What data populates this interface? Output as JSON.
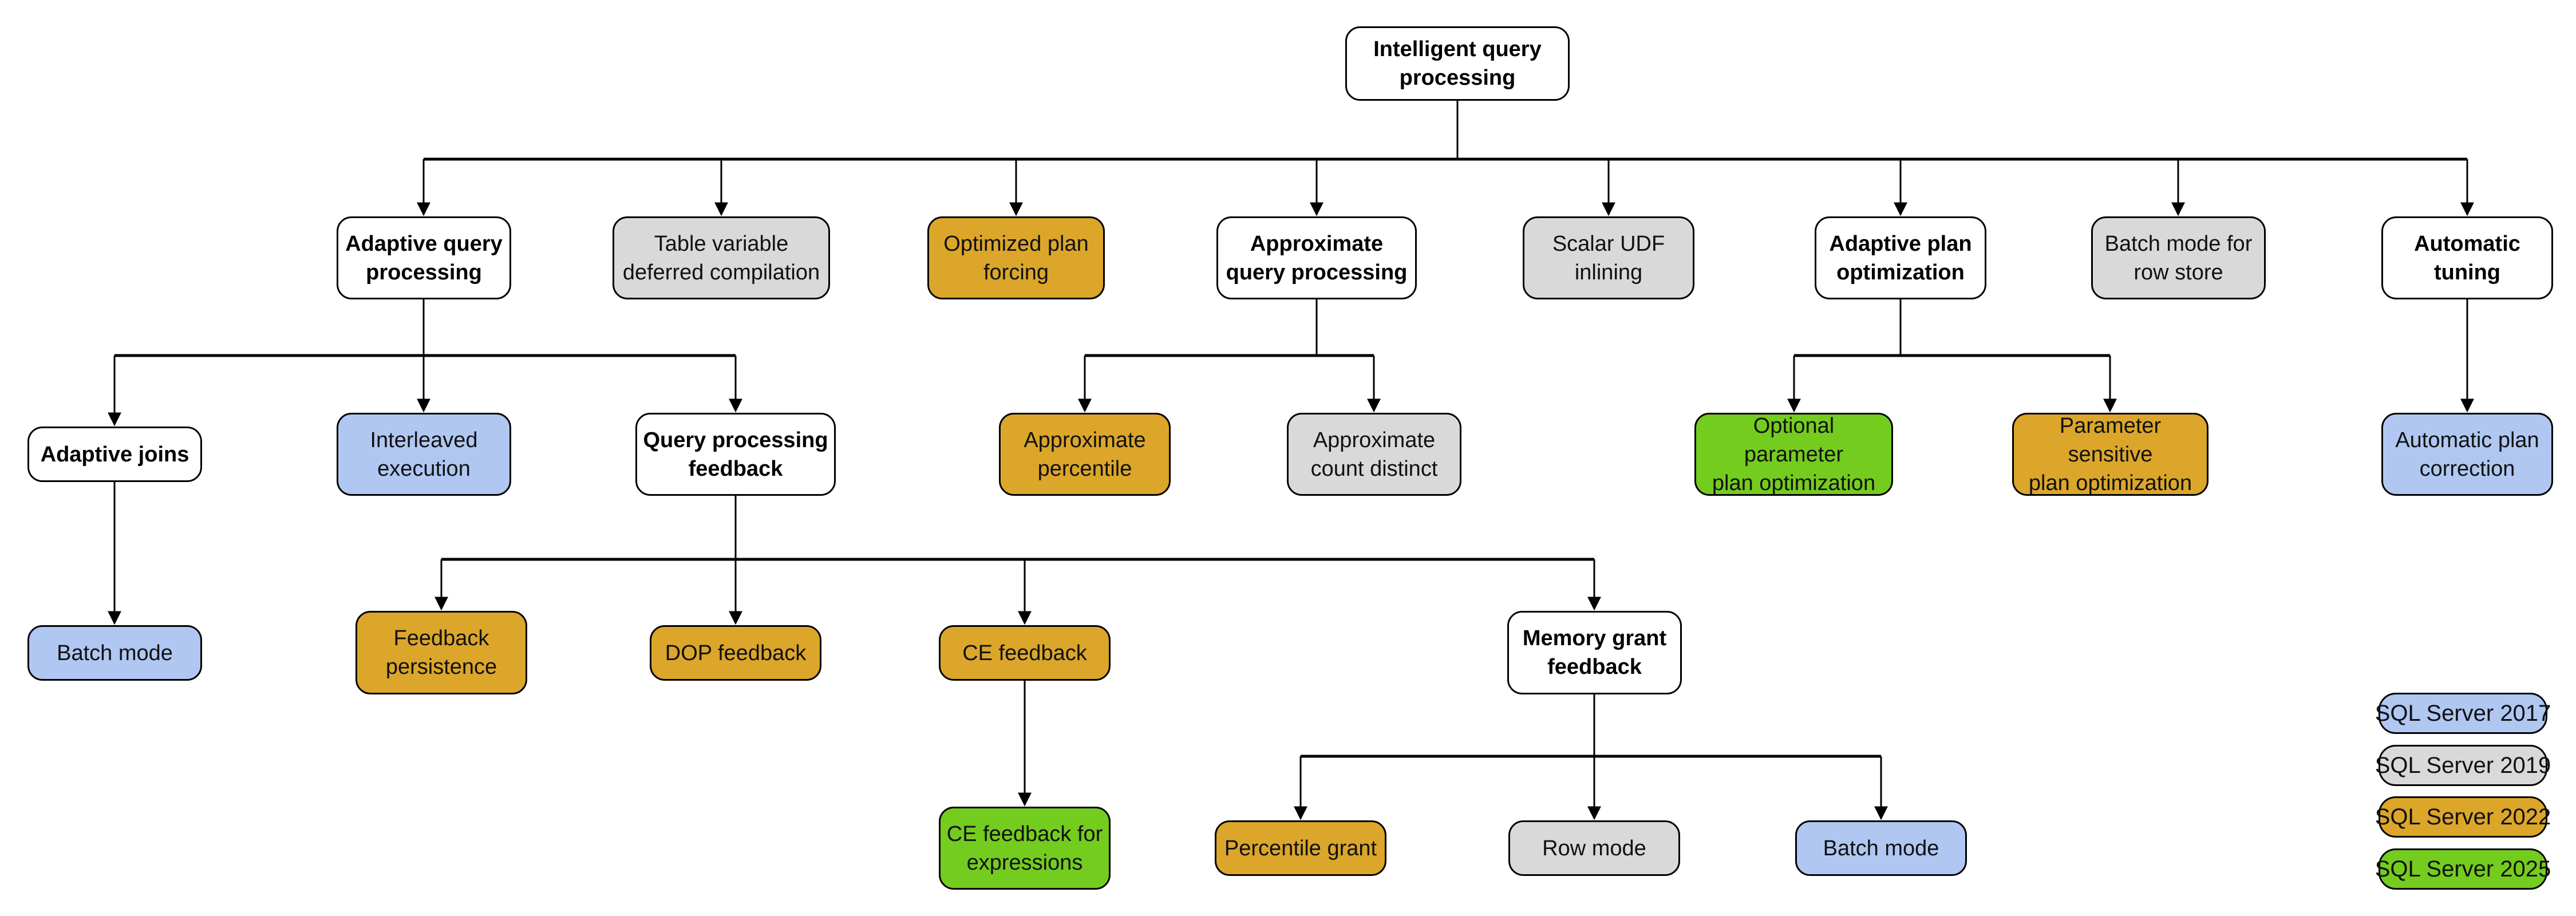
{
  "diagram_title": "Intelligent query processing",
  "colors": {
    "category": "#FFFFFF",
    "sql2017": "#B0C7F2",
    "sql2019": "#D9D9D9",
    "sql2022": "#DBA62A",
    "sql2025": "#74CC1F",
    "border": "#000000",
    "line": "#000000"
  },
  "nodes": [
    {
      "label": "Intelligent query\nprocessing",
      "version": "category"
    },
    {
      "label": "Adaptive query\nprocessing",
      "version": "category"
    },
    {
      "label": "Table variable\ndeferred compilation",
      "version": "sql2019"
    },
    {
      "label": "Optimized plan\nforcing",
      "version": "sql2022"
    },
    {
      "label": "Approximate\nquery processing",
      "version": "category"
    },
    {
      "label": "Scalar UDF\ninlining",
      "version": "sql2019"
    },
    {
      "label": "Adaptive plan\noptimization",
      "version": "category"
    },
    {
      "label": "Batch mode for\nrow store",
      "version": "sql2019"
    },
    {
      "label": "Automatic\ntuning",
      "version": "category"
    },
    {
      "label": "Adaptive joins",
      "version": "category"
    },
    {
      "label": "Interleaved\nexecution",
      "version": "sql2017"
    },
    {
      "label": "Query processing\nfeedback",
      "version": "category"
    },
    {
      "label": "Approximate\npercentile",
      "version": "sql2022"
    },
    {
      "label": "Approximate\ncount distinct",
      "version": "sql2019"
    },
    {
      "label": "Optional parameter\nplan optimization",
      "version": "sql2025"
    },
    {
      "label": "Parameter sensitive\nplan optimization",
      "version": "sql2022"
    },
    {
      "label": "Automatic plan\ncorrection",
      "version": "sql2017"
    },
    {
      "label": "Batch mode",
      "version": "sql2017"
    },
    {
      "label": "Feedback\npersistence",
      "version": "sql2022"
    },
    {
      "label": "DOP feedback",
      "version": "sql2022"
    },
    {
      "label": "CE feedback",
      "version": "sql2022"
    },
    {
      "label": "Memory grant\nfeedback",
      "version": "category"
    },
    {
      "label": "CE feedback for\nexpressions",
      "version": "sql2025"
    },
    {
      "label": "Percentile grant",
      "version": "sql2022"
    },
    {
      "label": "Row mode",
      "version": "sql2019"
    },
    {
      "label": "Batch mode",
      "version": "sql2017"
    }
  ],
  "legend": {
    "items": [
      {
        "label": "SQL Server 2017",
        "version": "sql2017"
      },
      {
        "label": "SQL Server 2019",
        "version": "sql2019"
      },
      {
        "label": "SQL Server 2022",
        "version": "sql2022"
      },
      {
        "label": "SQL Server 2025",
        "version": "sql2025"
      }
    ]
  }
}
